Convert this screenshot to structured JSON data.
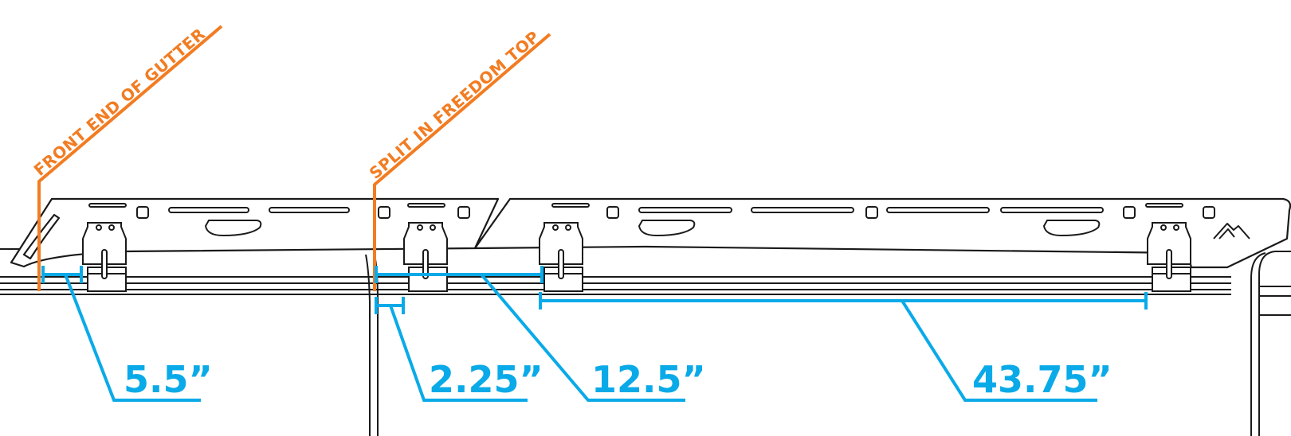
{
  "colors": {
    "callout": "#f27c22",
    "dimension": "#0aaae8",
    "drawing": "#1a1a1a"
  },
  "callouts": {
    "front_end": "FRONT END OF GUTTER",
    "split": "SPLIT IN FREEDOM TOP"
  },
  "dimensions": {
    "d1": "5.5”",
    "d2": "2.25”",
    "d3": "12.5”",
    "d4": "43.75”"
  },
  "icons": {
    "logo": "mountain-logo-icon"
  }
}
